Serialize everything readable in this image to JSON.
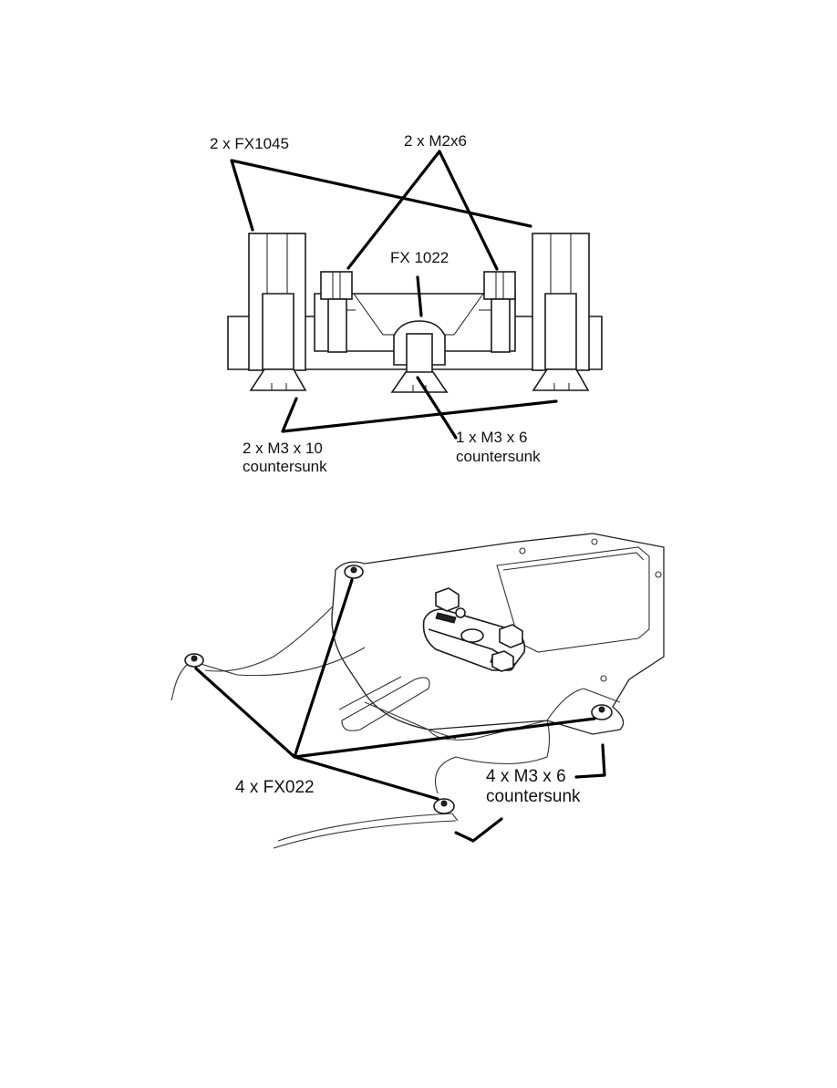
{
  "top_diagram": {
    "labels": {
      "fx1045": "2 x FX1045",
      "m2x6": "2 x M2x6",
      "fx1022": "FX 1022",
      "m3x10_line1": "2 x M3 x 10",
      "m3x10_line2": "countersunk",
      "m3x6_line1": "1 x M3 x 6",
      "m3x6_line2": "countersunk"
    }
  },
  "bottom_diagram": {
    "labels": {
      "fx022": "4 x FX022",
      "m3x6_line1": "4 x M3 x 6",
      "m3x6_line2": "countersunk"
    }
  }
}
